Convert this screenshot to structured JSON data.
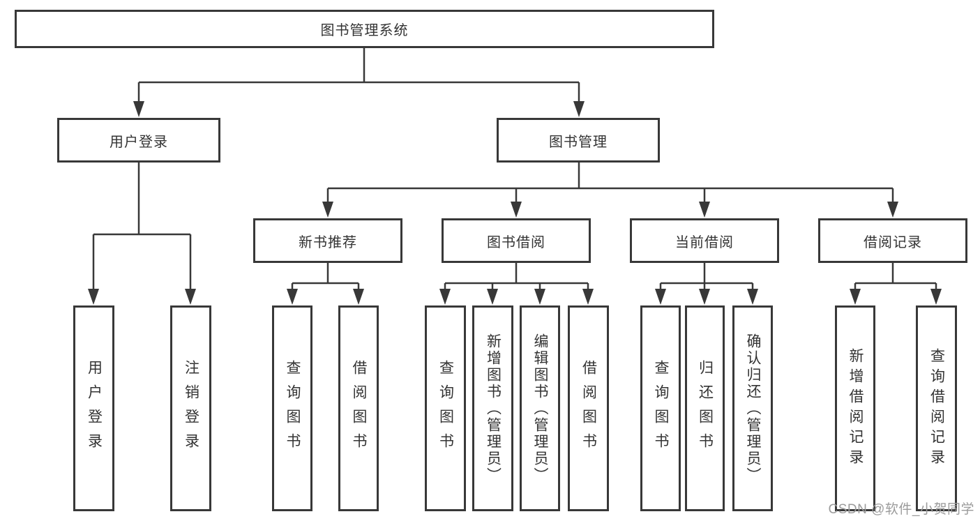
{
  "diagram_title": "图书管理系统",
  "tree": {
    "root": {
      "label": "图书管理系统"
    },
    "branches": [
      {
        "label": "用户登录",
        "children": [
          {
            "label": "用户登录"
          },
          {
            "label": "注销登录"
          }
        ]
      },
      {
        "label": "图书管理",
        "children": [
          {
            "label": "新书推荐",
            "children": [
              {
                "label": "查询图书"
              },
              {
                "label": "借阅图书"
              }
            ]
          },
          {
            "label": "图书借阅",
            "children": [
              {
                "label": "查询图书"
              },
              {
                "label": "新增图书（管理员）"
              },
              {
                "label": "编辑图书（管理员）"
              },
              {
                "label": "借阅图书"
              }
            ]
          },
          {
            "label": "当前借阅",
            "children": [
              {
                "label": "查询图书"
              },
              {
                "label": "归还图书"
              },
              {
                "label": "确认归还（管理员）"
              }
            ]
          },
          {
            "label": "借阅记录",
            "children": [
              {
                "label": "新增借阅记录"
              },
              {
                "label": "查询借阅记录"
              }
            ]
          }
        ]
      }
    ]
  },
  "watermark": "CSDN @软件_小贺同学",
  "colors": {
    "line": "#383838",
    "text": "#333333",
    "watermark": "#9b9b9b",
    "background": "#ffffff"
  }
}
